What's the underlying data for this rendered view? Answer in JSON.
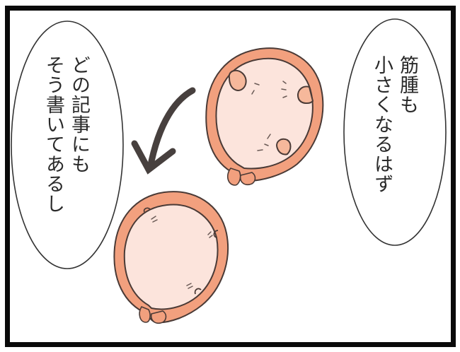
{
  "panel": {
    "border_color": "#0a0a0a",
    "background": "#ffffff"
  },
  "speech_bubbles": [
    {
      "position": "right",
      "lines": [
        "筋腫も",
        "小さくなるはず"
      ]
    },
    {
      "position": "left",
      "lines": [
        "どの記事にも",
        "そう書いてあるし"
      ]
    }
  ],
  "illustration": {
    "subject": "uterus-with-fibroids-shrinking",
    "colors": {
      "wall": "#f2a07e",
      "interior": "#fce4dc",
      "outline": "#4a3a36",
      "arrow": "#3e3634"
    },
    "arrow_direction": "down-left"
  }
}
